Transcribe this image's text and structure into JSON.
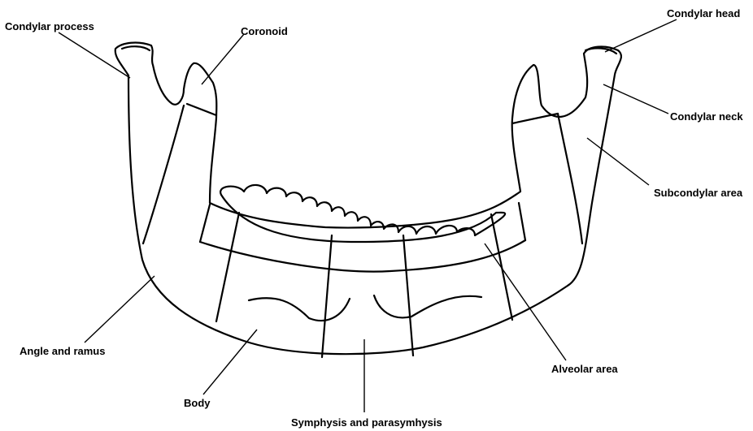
{
  "labels": {
    "condylar_process": "Condylar process",
    "coronoid": "Coronoid",
    "condylar_head": "Condylar head",
    "condylar_neck": "Condylar neck",
    "subcondylar_area": "Subcondylar area",
    "angle_and_ramus": "Angle and ramus",
    "alveolar_area": "Alveolar area",
    "body": "Body",
    "symphysis": "Symphysis and parasymhysis"
  }
}
